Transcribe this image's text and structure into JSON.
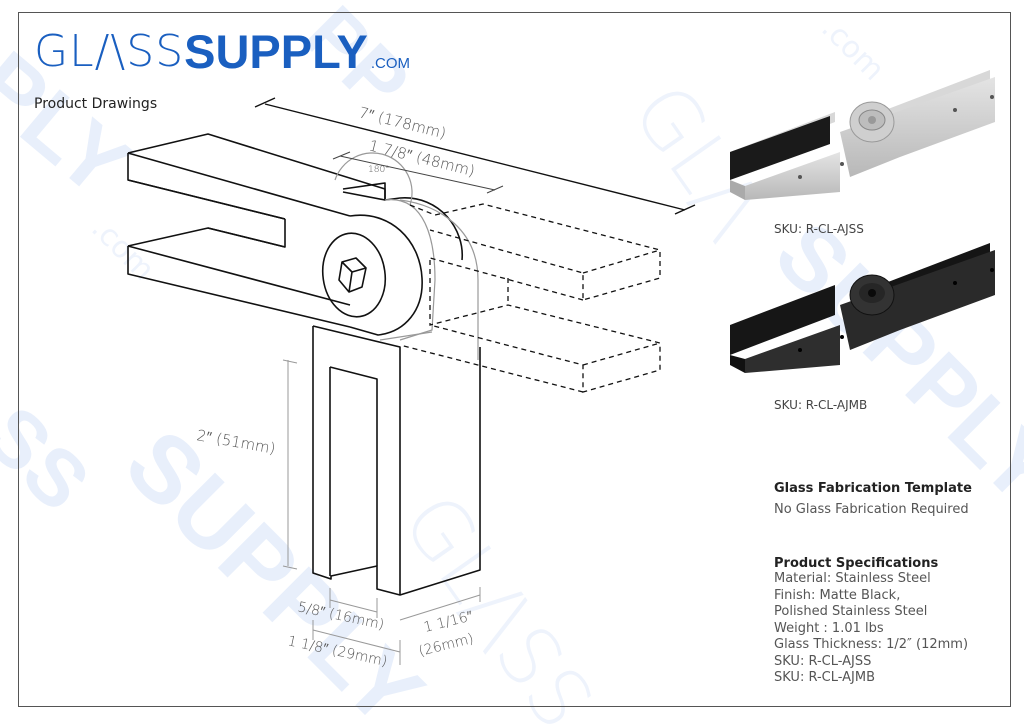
{
  "header": {
    "logo_light": "GL/\\SS",
    "logo_bold": "SUPPLY",
    "logo_suffix": ".COM",
    "section_label": "Product Drawings"
  },
  "colors": {
    "brand_blue": "#1a5fc0",
    "watermark_blue": "#e6eefb",
    "line": "#111111",
    "dim_line": "#777777"
  },
  "dimensions": {
    "overall_length": "7″ (178mm)",
    "clamp_length": "1 7/8″ (48mm)",
    "rotation": "180°",
    "height": "2″ (51mm)",
    "slot_width": "5/8″ (16mm)",
    "total_width": "1 1/8″ (29mm)",
    "depth_line1": "1 1/16″",
    "depth_line2": "(26mm)"
  },
  "products": [
    {
      "sku_label": "SKU: R-CL-AJSS",
      "finish": "polished-stainless"
    },
    {
      "sku_label": "SKU: R-CL-AJMB",
      "finish": "matte-black"
    }
  ],
  "fabrication": {
    "title": "Glass Fabrication Template",
    "value": "No Glass Fabrication Required"
  },
  "specs": {
    "title": "Product Specifications",
    "lines": [
      "Material: Stainless Steel",
      "Finish: Matte Black,",
      "Polished Stainless Steel",
      "Weight : 1.01 lbs",
      "Glass Thickness: 1/2″ (12mm)",
      "SKU: R-CL-AJSS",
      "SKU: R-CL-AJMB"
    ]
  }
}
